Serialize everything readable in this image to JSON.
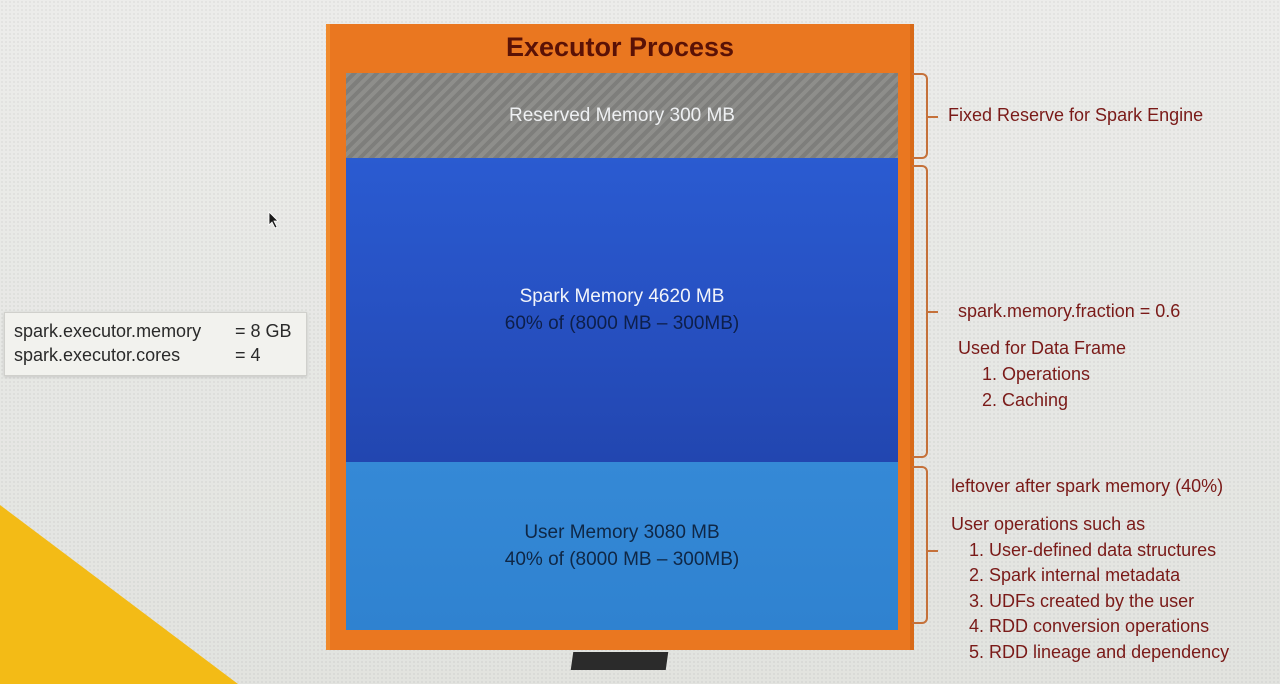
{
  "executor": {
    "title": "Executor Process",
    "reserved": {
      "line1": "Reserved Memory 300 MB"
    },
    "spark": {
      "line1": "Spark Memory 4620 MB",
      "line2": "60% of (8000 MB – 300MB)"
    },
    "user": {
      "line1": "User Memory 3080 MB",
      "line2": "40% of (8000 MB – 300MB)"
    }
  },
  "config": {
    "memory_key": "spark.executor.memory",
    "memory_val": "= 8 GB",
    "cores_key": "spark.executor.cores",
    "cores_val": "= 4"
  },
  "annotations": {
    "reserved": "Fixed Reserve for Spark Engine",
    "spark": {
      "fraction": "spark.memory.fraction = 0.6",
      "used_for": "Used for Data Frame",
      "items": [
        "1. Operations",
        "2. Caching"
      ]
    },
    "user": {
      "leftover": "leftover after spark memory (40%)",
      "header": "User operations such as",
      "items": [
        "1. User-defined data structures",
        "2. Spark internal metadata",
        "3. UDFs created by the user",
        "4. RDD conversion operations",
        "5. RDD lineage and dependency"
      ]
    }
  },
  "colors": {
    "executor_orange": "#ea7720",
    "reserved_gray": "#858582",
    "spark_blue": "#2752c4",
    "user_blue": "#2f82d0",
    "annotation_red": "#7a1a18",
    "title_brown": "#5a1206",
    "corner_yellow": "#f3bb16"
  },
  "icons": {
    "cursor": "mouse-pointer-icon"
  }
}
